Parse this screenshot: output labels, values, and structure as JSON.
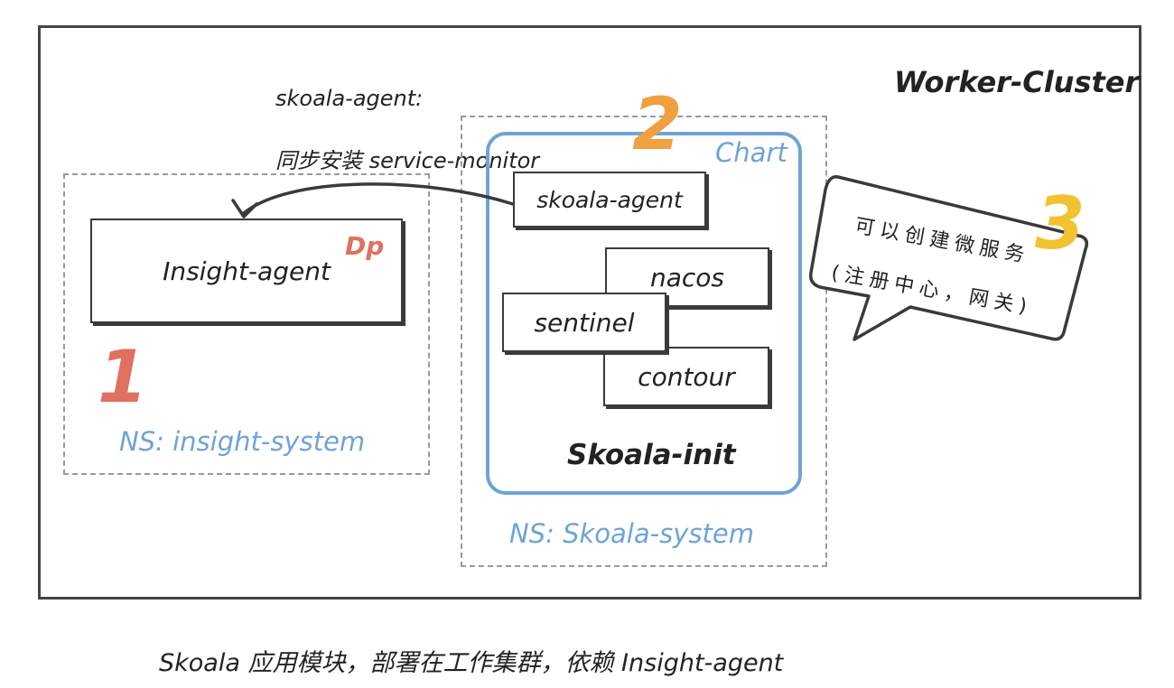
{
  "cluster": {
    "title": "Worker-Cluster"
  },
  "sync_note": {
    "line1": "skoala-agent:",
    "line2": "同步安装 service-monitor"
  },
  "insight_ns": {
    "number": "1",
    "label": "NS: insight-system",
    "agent": {
      "name": "Insight-agent",
      "badge": "Dp"
    }
  },
  "skoala_ns": {
    "number": "2",
    "label": "NS: Skoala-system",
    "chart": {
      "tag": "Chart",
      "title": "Skoala-init",
      "components": [
        "skoala-agent",
        "nacos",
        "sentinel",
        "contour"
      ]
    }
  },
  "bubble": {
    "number": "3",
    "line1": "可以创建微服务",
    "line2": "(注册中心，网关)"
  },
  "caption": "Skoala 应用模块，部署在工作集群，依赖 Insight-agent",
  "colors": {
    "blue": "#6fa3d8",
    "orange": "#f0a040",
    "red": "#e07060",
    "yellow": "#f2c230",
    "ink": "#3a3a3a"
  }
}
